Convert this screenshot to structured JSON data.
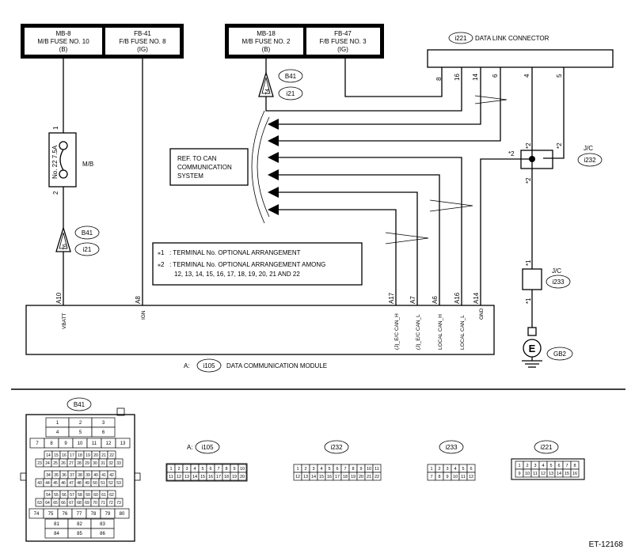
{
  "fuses": {
    "mb8": {
      "code": "MB-8",
      "name": "M/B FUSE NO. 10",
      "circuit": "(B)"
    },
    "fb41": {
      "code": "FB-41",
      "name": "F/B FUSE NO. 8",
      "circuit": "(IG)"
    },
    "mb18": {
      "code": "MB-18",
      "name": "M/B FUSE NO. 2",
      "circuit": "(B)"
    },
    "fb47": {
      "code": "FB-47",
      "name": "F/B FUSE NO. 3",
      "circuit": "(IG)"
    }
  },
  "dlc": {
    "connector_id": "i221",
    "label": "DATA LINK CONNECTOR",
    "pins": [
      "8",
      "16",
      "14",
      "6",
      "4",
      "5"
    ]
  },
  "mb_fuse": {
    "label": "M/B",
    "fuse_text": "No. 22  7.5A",
    "pin_top": "1",
    "pin_bottom": "2"
  },
  "left_joint": {
    "conn": "B41",
    "pin": "76",
    "conn2": "i21"
  },
  "right_joint": {
    "conn": "B41",
    "pin": "74",
    "conn2": "i21"
  },
  "can_ref": {
    "line1": "REF. TO CAN",
    "line2": "COMMUNICATION",
    "line3": "SYSTEM"
  },
  "notes": {
    "n1_mark": "⁎1",
    "n1_text": ": TERMINAL No. OPTIONAL ARRANGEMENT",
    "n2_mark": "⁎2",
    "n2_text": ": TERMINAL No. OPTIONAL ARRANGEMENT AMONG",
    "n2_text2": "12, 13, 14, 15, 16, 17, 18, 19, 20, 21 AND 22"
  },
  "jc": {
    "label1": "J/C",
    "conn1": "i232",
    "label2": "J/C",
    "conn2": "i233",
    "star1": "*1",
    "star2": "*2"
  },
  "ground": {
    "symbol": "E",
    "id": "GB2"
  },
  "module": {
    "prefix": "A:",
    "conn": "i105",
    "name": "DATA COMMUNICATION MODULE",
    "pins": [
      {
        "pin": "A10",
        "sig": "VBATT"
      },
      {
        "pin": "A8",
        "sig": "IGN"
      },
      {
        "pin": "A17",
        "sig": "(J)_E/C CAN_H"
      },
      {
        "pin": "A7",
        "sig": "(J)_E/C CAN_L"
      },
      {
        "pin": "A6",
        "sig": "LOCAL CAN_H"
      },
      {
        "pin": "A16",
        "sig": "LOCAL CAN_L"
      },
      {
        "pin": "A14",
        "sig": "GND"
      }
    ]
  },
  "connectors": {
    "b41": {
      "id": "B41",
      "rows": [
        [
          "1",
          "2",
          "3"
        ],
        [
          "4",
          "5",
          "6"
        ],
        [
          "7",
          "8",
          "9",
          "10",
          "11",
          "12",
          "13"
        ],
        [
          "14",
          "15",
          "16",
          "17",
          "18",
          "19",
          "20",
          "21",
          "22"
        ],
        [
          "23",
          "24",
          "25",
          "26",
          "27",
          "28",
          "29",
          "30",
          "31",
          "32",
          "33"
        ],
        [
          "34",
          "35",
          "36",
          "37",
          "38",
          "39",
          "40",
          "41",
          "42"
        ],
        [
          "43",
          "44",
          "45",
          "46",
          "47",
          "48",
          "49",
          "50",
          "51",
          "52",
          "53"
        ],
        [
          "54",
          "55",
          "56",
          "57",
          "58",
          "59",
          "60",
          "61",
          "62"
        ],
        [
          "63",
          "64",
          "65",
          "66",
          "67",
          "68",
          "69",
          "70",
          "71",
          "72",
          "73"
        ],
        [
          "74",
          "75",
          "76",
          "77",
          "78",
          "79",
          "80"
        ],
        [
          "81",
          "82",
          "83"
        ],
        [
          "84",
          "85",
          "86"
        ]
      ]
    },
    "i105": {
      "prefix": "A:",
      "id": "i105",
      "rows": [
        [
          "1",
          "2",
          "3",
          "4",
          "5",
          "6",
          "7",
          "8",
          "9",
          "10"
        ],
        [
          "11",
          "12",
          "13",
          "14",
          "15",
          "16",
          "17",
          "18",
          "19",
          "20"
        ]
      ]
    },
    "i232": {
      "id": "i232",
      "rows": [
        [
          "1",
          "2",
          "3",
          "4",
          "5",
          "6",
          "7",
          "8",
          "9",
          "10",
          "11"
        ],
        [
          "12",
          "13",
          "14",
          "15",
          "16",
          "17",
          "18",
          "19",
          "20",
          "21",
          "22"
        ]
      ]
    },
    "i233": {
      "id": "i233",
      "rows": [
        [
          "1",
          "2",
          "3",
          "4",
          "5",
          "6"
        ],
        [
          "7",
          "8",
          "9",
          "10",
          "11",
          "12"
        ]
      ]
    },
    "i221": {
      "id": "i221",
      "rows": [
        [
          "1",
          "2",
          "3",
          "4",
          "5",
          "6",
          "7",
          "8"
        ],
        [
          "9",
          "10",
          "11",
          "12",
          "13",
          "14",
          "15",
          "16"
        ]
      ]
    }
  },
  "footer_code": "ET-12168"
}
